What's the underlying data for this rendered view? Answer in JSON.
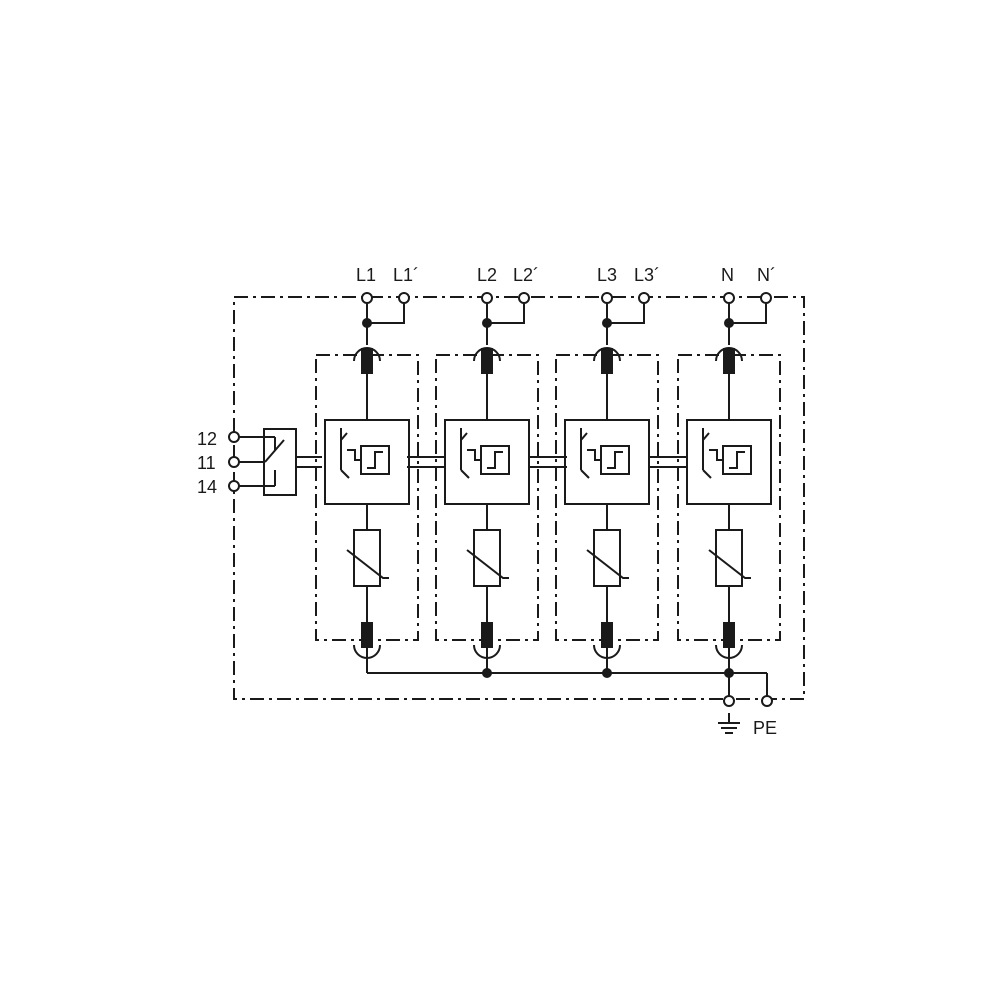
{
  "terminals": {
    "top": [
      "L1",
      "L1´",
      "L2",
      "L2´",
      "L3",
      "L3´",
      "N",
      "N´"
    ],
    "left": [
      "12",
      "11",
      "14"
    ],
    "bottom_pe": "PE"
  },
  "modules": [
    {
      "phase": "L1"
    },
    {
      "phase": "L2"
    },
    {
      "phase": "L3"
    },
    {
      "phase": "N"
    }
  ],
  "icons": {
    "ground": "earth-ground-icon",
    "varistor": "varistor-icon",
    "fuse": "fuse-icon",
    "disconnector": "thermal-disconnector-icon",
    "contact": "remote-signal-contact-icon"
  }
}
